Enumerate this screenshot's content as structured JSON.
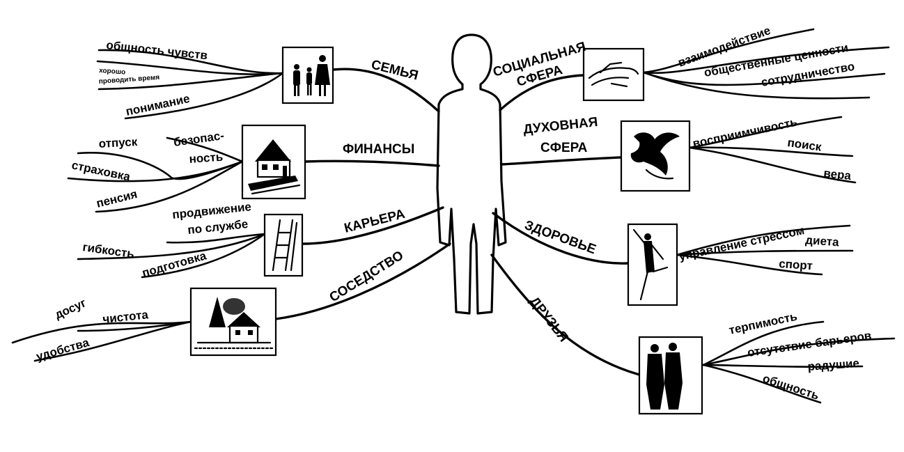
{
  "center": {
    "figure": "person-silhouette"
  },
  "branches": [
    {
      "id": "family",
      "label": "СЕМЬЯ",
      "icon": "family-icon",
      "subs": [
        "общность чувств",
        "хорошо",
        "проводить время",
        "понимание"
      ]
    },
    {
      "id": "finance",
      "label": "ФИНАНСЫ",
      "icon": "house-icon",
      "subs": [
        "отпуск",
        "безопас-",
        "ность",
        "страховка",
        "пенсия"
      ]
    },
    {
      "id": "career",
      "label": "КАРЬЕРА",
      "icon": "ladder-icon",
      "subs": [
        "продвижение",
        "по службе",
        "гибкость",
        "подготовка"
      ]
    },
    {
      "id": "neighborhood",
      "label": "СОСЕДСТВО",
      "icon": "village-icon",
      "subs": [
        "досуг",
        "чистота",
        "удобства"
      ]
    },
    {
      "id": "social",
      "label_line1": "СОЦИАЛЬНАЯ",
      "label_line2": "СФЕРА",
      "icon": "handshake-icon",
      "subs": [
        "взаимодействие",
        "общественные ценности",
        "сотрудничество"
      ]
    },
    {
      "id": "spiritual",
      "label_line1": "ДУХОВНАЯ",
      "label_line2": "СФЕРА",
      "icon": "dove-icon",
      "subs": [
        "восприимчивость",
        "поиск",
        "вера"
      ]
    },
    {
      "id": "health",
      "label": "ЗДОРОВЬЕ",
      "icon": "dancer-icon",
      "subs": [
        "управление стрессом",
        "диета",
        "спорт"
      ]
    },
    {
      "id": "friends",
      "label": "ДРУЗЬЯ",
      "icon": "friends-icon",
      "subs": [
        "терпимость",
        "отсутствие барьеров",
        "радушие",
        "общность"
      ]
    }
  ]
}
